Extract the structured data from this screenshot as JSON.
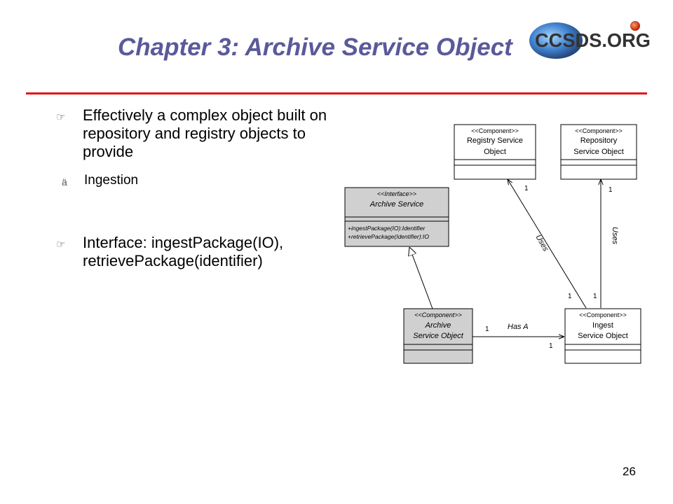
{
  "slide": {
    "title": "Chapter 3: Archive Service Object",
    "page_number": "26",
    "logo_text": "CCSDS.ORG",
    "bullets": [
      {
        "text": "Effectively a complex object built on repository and registry objects to provide",
        "sub": [
          "Ingestion"
        ]
      },
      {
        "text": "Interface: ingestPackage(IO), retrievePackage(identifier)"
      }
    ]
  },
  "diagram": {
    "registry": {
      "stereotype": "<<Component>>",
      "line1": "Registry Service",
      "line2": "Object"
    },
    "repository": {
      "stereotype": "<<Component>>",
      "line1": "Repository",
      "line2": "Service Object"
    },
    "interface": {
      "stereotype": "<<Interface>>",
      "name": "Archive Service",
      "op1": "+ingestPackage(IO):Identifier",
      "op2": "+retrievePackage(Identifier):IO"
    },
    "archive": {
      "stereotype": "<<Component>>",
      "line1": "Archive",
      "line2": "Service Object"
    },
    "ingest": {
      "stereotype": "<<Component>>",
      "line1": "Ingest",
      "line2": "Service Object"
    },
    "edges": {
      "uses_registry": "Uses",
      "uses_repository": "Uses",
      "has_a": "Has A",
      "m_registry_top": "1",
      "m_repository_top": "1",
      "m_ingest_left": "1",
      "m_ingest_right": "1",
      "m_hasa_source": "1",
      "m_hasa_target": "1"
    }
  },
  "colors": {
    "title": "#5a5a9a",
    "rule": "#e0151b",
    "grey_box": "#d0d0d0"
  }
}
